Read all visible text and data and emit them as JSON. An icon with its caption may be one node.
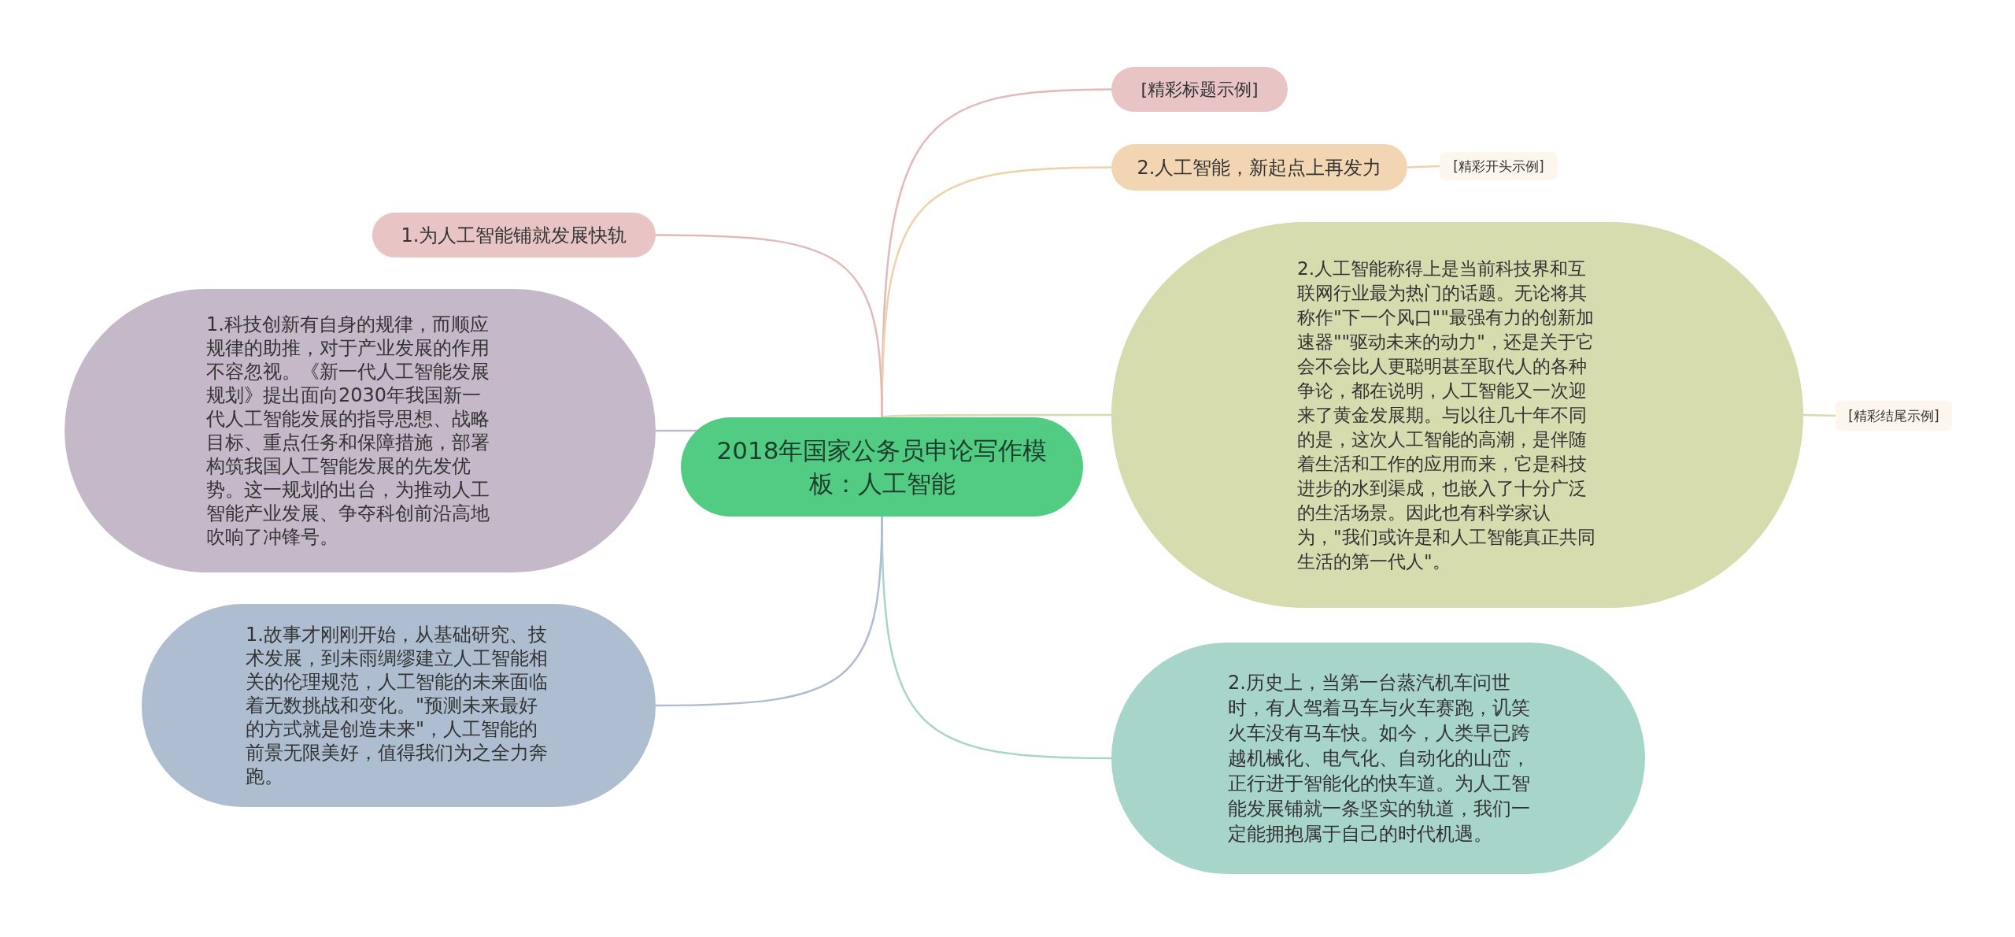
{
  "diagram": {
    "nodes": [
      {
        "text": [
          "2018年国家公务员申论写作模板：人工智能"
        ]
      },
      {
        "text": [
          "[精彩标题示例]"
        ]
      },
      {
        "text": [
          "2.人工智能，新起点上再发力"
        ]
      },
      {
        "text": [
          "[精彩开头示例]"
        ]
      },
      {
        "text": [
          "2.人工智能称得上是当前科技界和互联网行业最为热门的话题。无论将其称作\"下一个风口\"\"最强有力的创新加速器\"\"驱动未来的动力\"，还是关于它会不会比人更聪明甚至取代人的各种争论，都在说明，人工智能又一次迎来了黄金发展期。与以往几十年不同的是，这次人工智能的高潮，是伴随着生活和工作的应用而来，它是科技进步的水到渠成，也嵌入了十分广泛的生活场景。因此也有科学家认为，\"我们或许是和人工智能真正共同生活的第一代人\"。"
        ]
      },
      {
        "text": [
          "[精彩结尾示例]"
        ]
      },
      {
        "text": [
          "2.历史上，当第一台蒸汽机车问世时，有人驾着马车与火车赛跑，讥笑火车没有马车快。如今，人类早已跨越机械化、电气化、自动化的山峦，正行进于智能化的快车道。为人工智能发展铺就一条坚实的轨道，我们一定能拥抱属于自己的时代机遇。"
        ]
      },
      {
        "text": [
          "1.为人工智能铺就发展快轨"
        ]
      },
      {
        "text": [
          "1.科技创新有自身的规律，而顺应规律的助推，对于产业发展的作用不容忽视。《新一代人工智能发展规划》提出面向2030年我国新一代人工智能发展的指导思想、战略目标、重点任务和保障措施，部署构筑我国人工智能发展的先发优势。这一规划的出台，为推动人工智能产业发展、争夺科创前沿高地吹响了冲锋号。"
        ]
      },
      {
        "text": [
          "1.故事才刚刚开始，从基础研究、技术发展，到未雨绸缪建立人工智能相关的伦理规范，人工智能的未来面临着无数挑战和变化。\"预测未来最好的方式就是创造未来\"，人工智能的前景无限美好，值得我们为之全力奔跑。"
        ]
      }
    ],
    "edges": [
      {
        "from": 0,
        "to": 1,
        "arrow": "none",
        "color": "#e3b9b9"
      },
      {
        "from": 0,
        "to": 2,
        "arrow": "none",
        "color": "#f0d2a8"
      },
      {
        "from": 2,
        "to": 3,
        "arrow": "none",
        "color": "#f0d2a8"
      },
      {
        "from": 0,
        "to": 4,
        "arrow": "none",
        "color": "#d6dcae"
      },
      {
        "from": 4,
        "to": 5,
        "arrow": "none",
        "color": "#d6dcae"
      },
      {
        "from": 0,
        "to": 6,
        "arrow": "none",
        "color": "#a8d5ca"
      },
      {
        "from": 0,
        "to": 7,
        "arrow": "none",
        "color": "#e3b9b9"
      },
      {
        "from": 0,
        "to": 8,
        "arrow": "none",
        "color": "#c5b8c9"
      },
      {
        "from": 0,
        "to": 9,
        "arrow": "none",
        "color": "#aebdd0"
      }
    ]
  }
}
